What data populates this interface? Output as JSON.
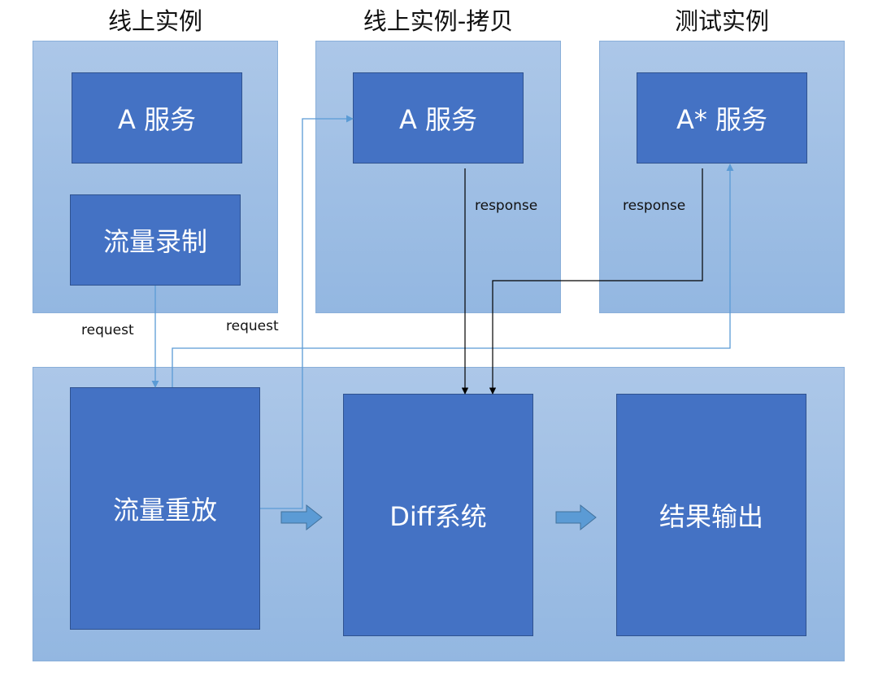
{
  "titles": {
    "online": "线上实例",
    "online_copy": "线上实例-拷贝",
    "test": "测试实例"
  },
  "boxes": {
    "a_service_online": "A 服务",
    "traffic_record": "流量录制",
    "a_service_copy": "A 服务",
    "a_star_service": "A* 服务",
    "traffic_replay": "流量重放",
    "diff_system": "Diff系统",
    "result_output": "结果输出"
  },
  "labels": {
    "request_left": "request",
    "request_right": "request",
    "response_copy": "response",
    "response_test": "response"
  },
  "colors": {
    "container": "#a3c0e4",
    "box": "#4472c4",
    "request_line": "#5b9bd5",
    "response_line": "#000000"
  }
}
